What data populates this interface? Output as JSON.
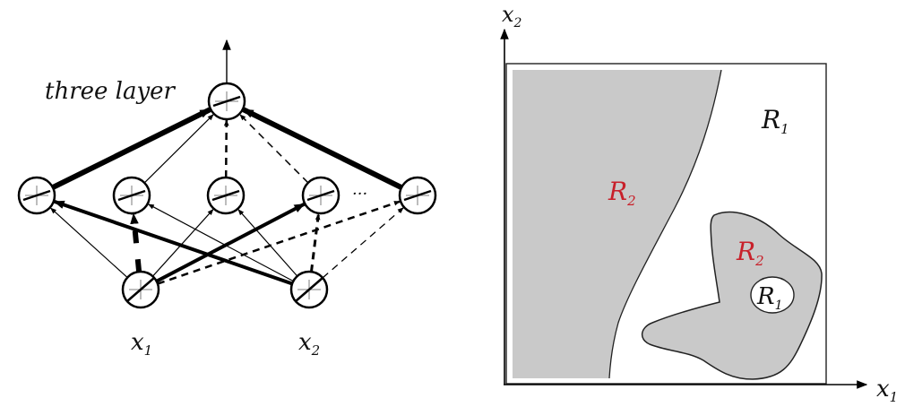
{
  "network": {
    "title": "three layer",
    "inputs": [
      {
        "name": "x",
        "sub": "1"
      },
      {
        "name": "x",
        "sub": "2"
      }
    ],
    "ellipsis": "···"
  },
  "regions": {
    "axis_x": {
      "name": "x",
      "sub": "1"
    },
    "axis_y": {
      "name": "x",
      "sub": "2"
    },
    "labels": [
      {
        "name": "R",
        "sub": "1",
        "color": "#111111"
      },
      {
        "name": "R",
        "sub": "2",
        "color": "#c8202a"
      },
      {
        "name": "R",
        "sub": "2",
        "color": "#c8202a"
      },
      {
        "name": "R",
        "sub": "1",
        "color": "#111111"
      }
    ],
    "fill_color": "#c9c9c9"
  }
}
